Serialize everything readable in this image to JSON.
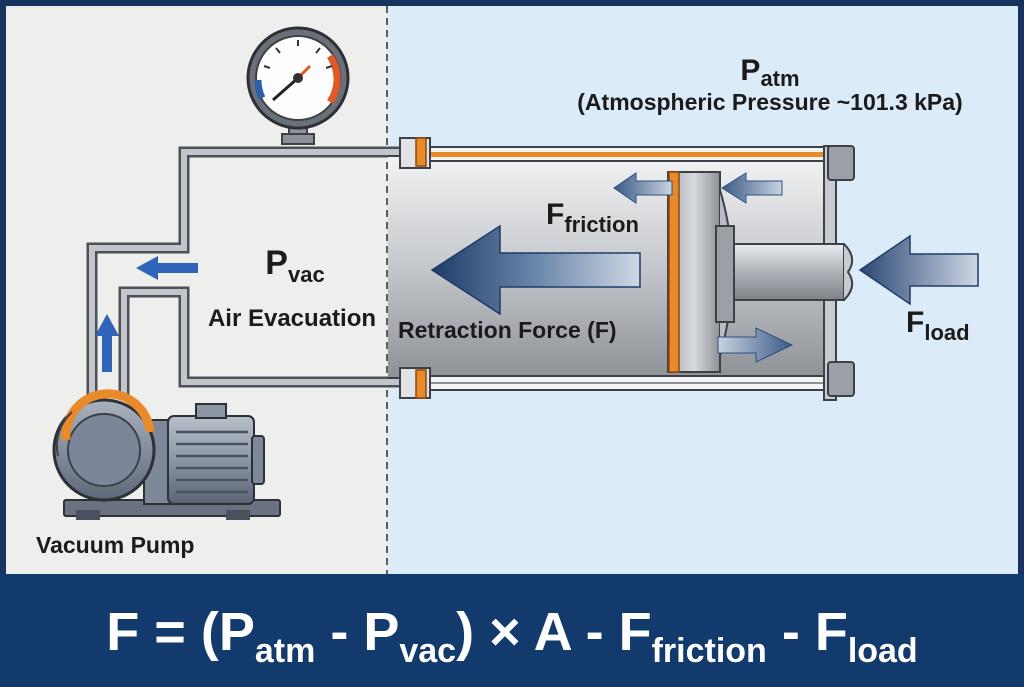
{
  "labels": {
    "p_atm_main": "P",
    "p_atm_sub": "atm",
    "p_atm_desc": "(Atmospheric Pressure ~101.3 kPa)",
    "p_vac_main": "P",
    "p_vac_sub": "vac",
    "air_evacuation": "Air Evacuation",
    "f_friction_main": "F",
    "f_friction_sub": "friction",
    "retraction_force": "Retraction Force (F)",
    "f_load_main": "F",
    "f_load_sub": "load",
    "vacuum_pump": "Vacuum Pump"
  },
  "equation": {
    "f": "F",
    "equals_open": " = (",
    "p1": "P",
    "p1_sub": "atm",
    "minus1": " - ",
    "p2": "P",
    "p2_sub": "vac",
    "close_times": ") × A - ",
    "f1": "F",
    "f1_sub": "friction",
    "minus2": " - ",
    "f2": "F",
    "f2_sub": "load"
  },
  "colors": {
    "left_panel": "#eeeeec",
    "right_panel": "#dcebf8",
    "border": "#16345e",
    "equation_bar": "#123a6c",
    "pipe": "#9aa0a6",
    "orange": "#e8892a",
    "arrow_blue": "#2e5283",
    "arrow_light": "#9fb4cc"
  }
}
